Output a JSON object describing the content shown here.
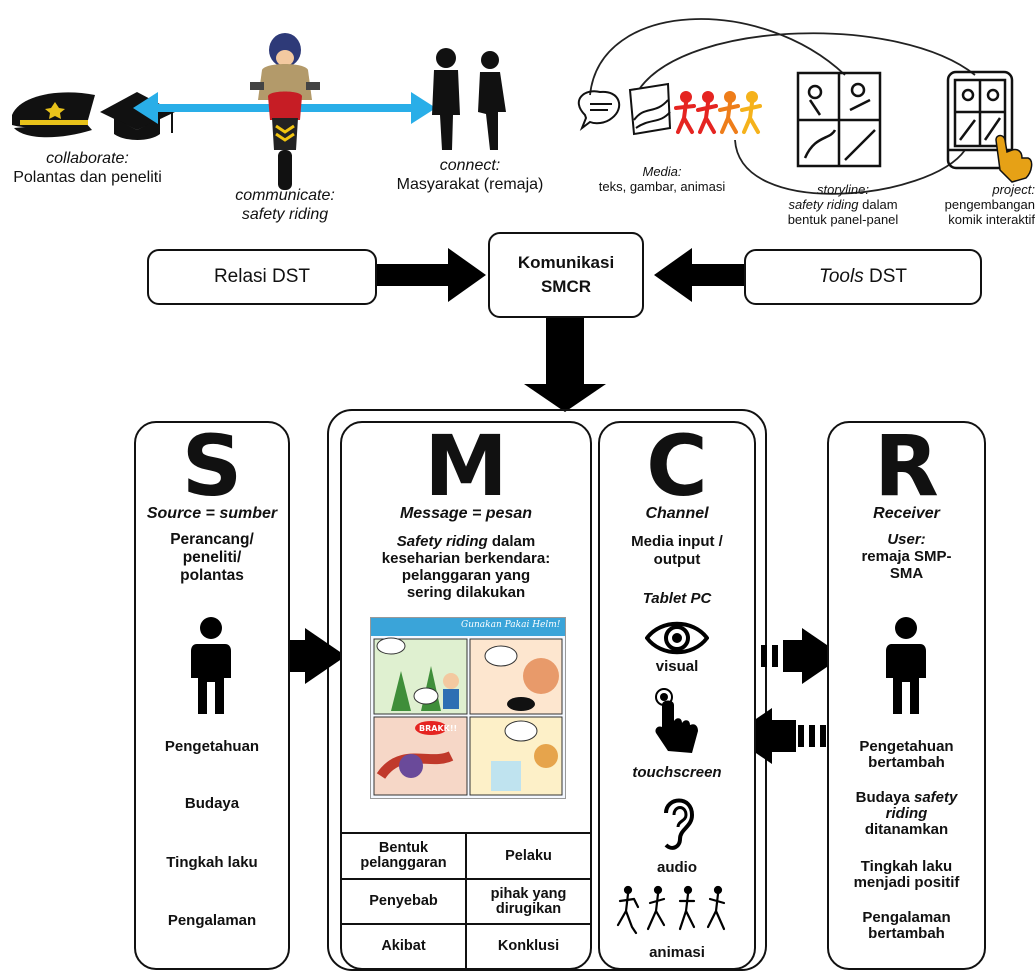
{
  "top_row": {
    "collaborate": {
      "label": "collaborate:",
      "text": "Polantas dan peneliti"
    },
    "communicate": {
      "label": "communicate:",
      "text": "safety riding"
    },
    "connect": {
      "label": "connect:",
      "text": "Masyarakat (remaja)"
    },
    "media": {
      "label": "Media:",
      "text": "teks, gambar, animasi"
    },
    "storyline": {
      "label": "storyline:",
      "line1_italic": "safety riding",
      "line1_rest": " dalam",
      "line2": "bentuk panel-panel"
    },
    "project": {
      "label": "project:",
      "line1": "pengembangan",
      "line2": "komik interaktif"
    }
  },
  "boxes": {
    "relasi": "Relasi DST",
    "komunikasi_line1": "Komunikasi",
    "komunikasi_line2": "SMCR",
    "tools_italic": "Tools",
    "tools_rest": " DST"
  },
  "source": {
    "letter": "S",
    "title": "Source = sumber",
    "desc": [
      "Perancang/",
      "peneliti/",
      "polantas"
    ],
    "items": [
      "Pengetahuan",
      "Budaya",
      "Tingkah laku",
      "Pengalaman"
    ]
  },
  "message": {
    "letter": "M",
    "title": "Message = pesan",
    "desc_italic": "Safety riding",
    "desc_rest": " dalam",
    "desc_lines": [
      "keseharian berkendara:",
      "pelanggaran yang",
      "sering dilakukan"
    ],
    "comic_title": "Gunakan Pakai Helm!",
    "comic_sfx": "BRAKK!!",
    "table": [
      [
        "Bentuk pelanggaran",
        "Pelaku"
      ],
      [
        "Penyebab",
        "pihak yang dirugikan"
      ],
      [
        "Akibat",
        "Konklusi"
      ]
    ]
  },
  "channel": {
    "letter": "C",
    "title": "Channel",
    "media_io": [
      "Media input /",
      "output"
    ],
    "device": "Tablet PC",
    "visual": "visual",
    "touch": "touchscreen",
    "audio": "audio",
    "animasi": "animasi"
  },
  "receiver": {
    "letter": "R",
    "title": "Receiver",
    "user_label": "User:",
    "user_lines": [
      "remaja SMP-",
      "SMA"
    ],
    "items": [
      {
        "lines": [
          "Pengetahuan",
          "bertambah"
        ]
      },
      {
        "pre": "Budaya ",
        "italic": "safety",
        "italic2": "riding",
        "post": "ditanamkan"
      },
      {
        "lines": [
          "Tingkah laku",
          "menjadi positif"
        ]
      },
      {
        "lines": [
          "Pengalaman",
          "bertambah"
        ]
      }
    ]
  },
  "colors": {
    "arrow": "#000000",
    "double_arrow": "#29aee8",
    "runner_colors": [
      "#e52421",
      "#ee7d1a",
      "#f5b21b",
      "#f8d21e"
    ],
    "hand": "#e6a116"
  },
  "icons": [
    "police-cap-icon",
    "graduation-cap-icon",
    "motorcycle-rider-icon",
    "people-silhouette-icon",
    "speech-bubble-icon",
    "picture-icon",
    "running-figures-icon",
    "comic-panels-icon",
    "tablet-icon",
    "person-icon",
    "eye-icon",
    "touch-hand-icon",
    "ear-icon",
    "runner-sequence-icon"
  ]
}
